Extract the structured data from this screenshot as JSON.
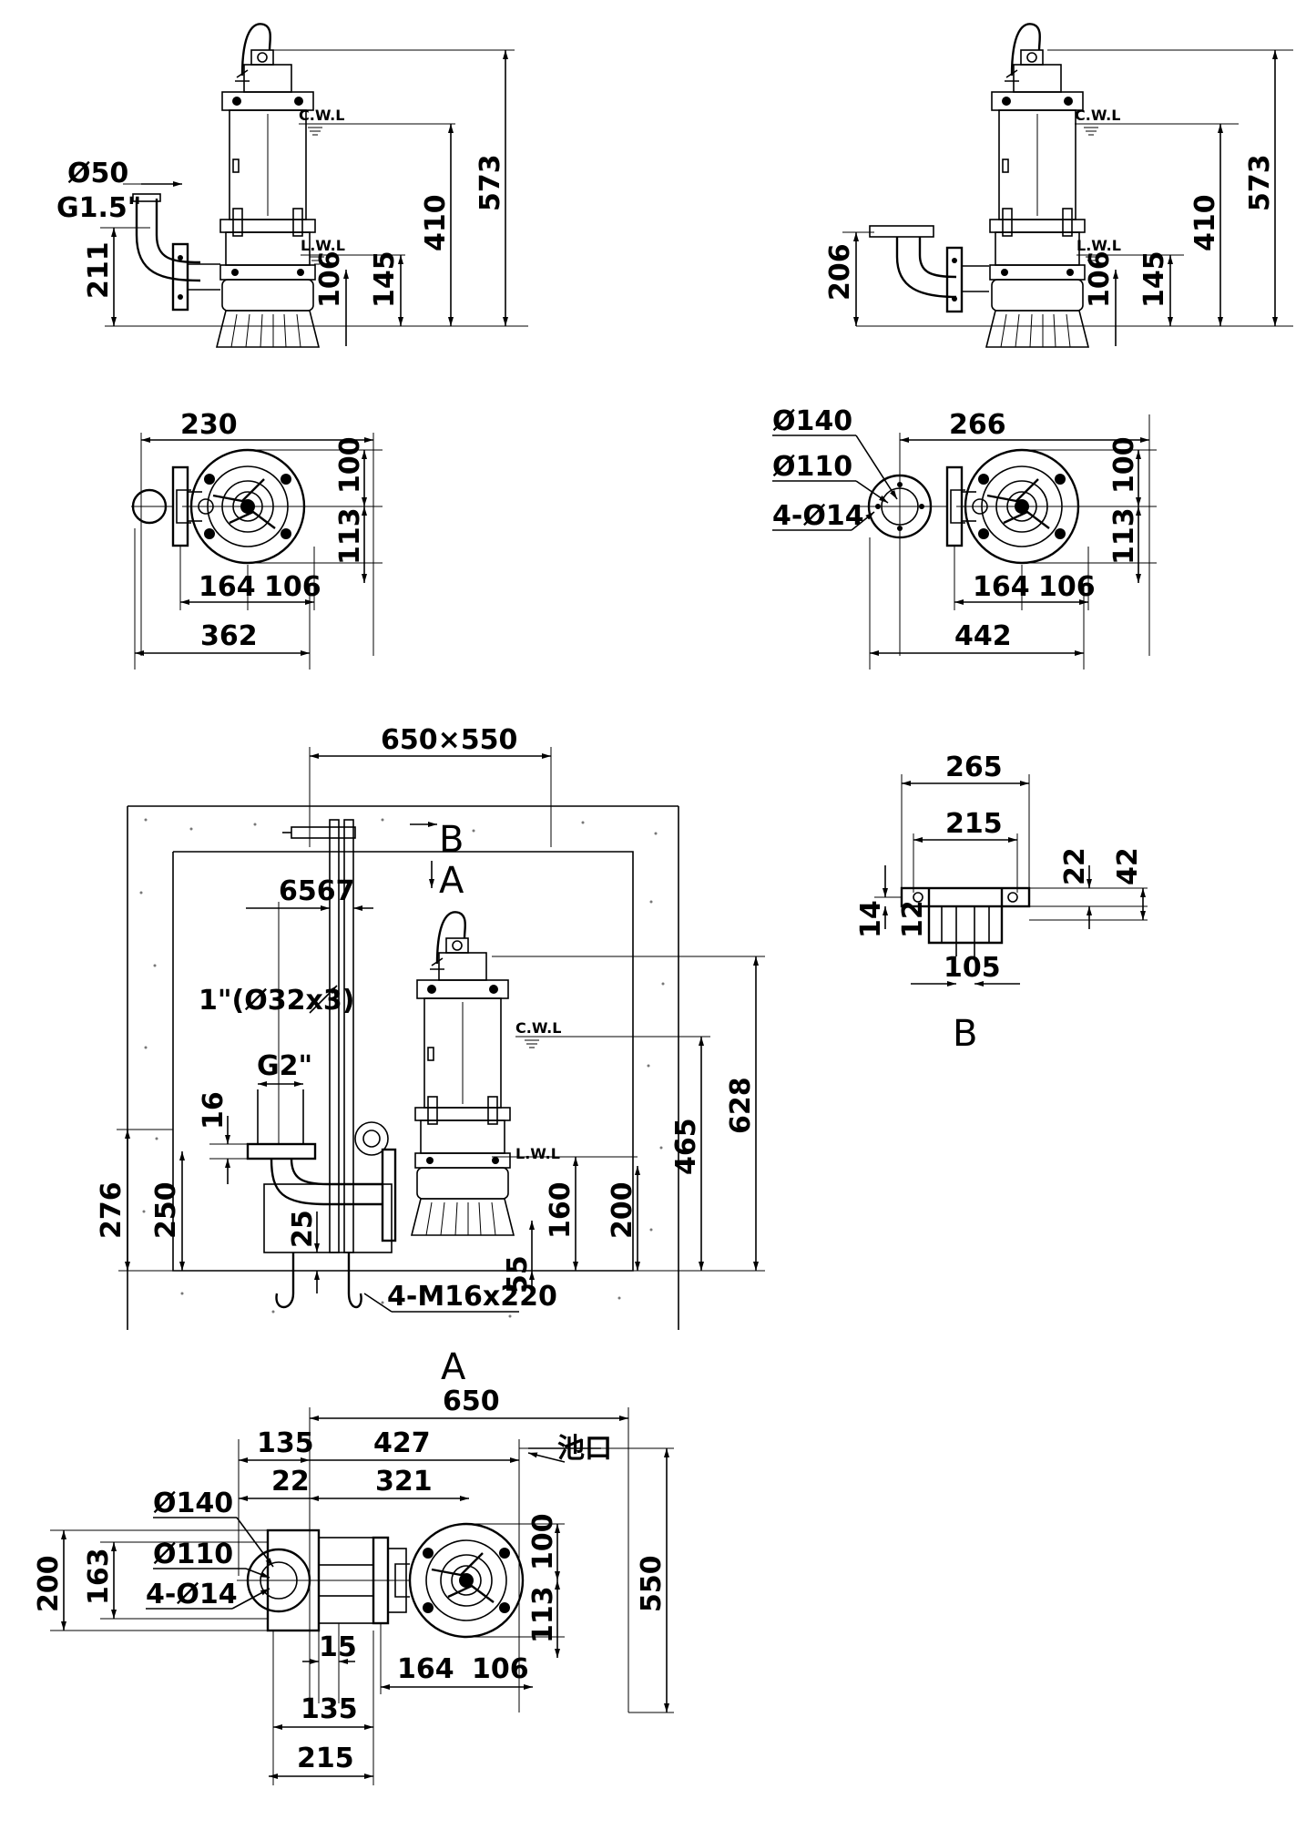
{
  "view1": {
    "pipe_dia": "Ø50",
    "pipe_thread": "G1.5\"",
    "cwl": "C.W.L",
    "lwl": "L.W.L",
    "h_outlet": "211",
    "h_base": "106",
    "h_lwl": "145",
    "h_cwl": "410",
    "h_total": "573"
  },
  "view2": {
    "cwl": "C.W.L",
    "lwl": "L.W.L",
    "h_outlet": "206",
    "h_base": "106",
    "h_lwl": "145",
    "h_cwl": "410",
    "h_total": "573"
  },
  "plan1": {
    "w_top": "230",
    "h_upper": "100",
    "h_lower": "113",
    "w_left": "164",
    "w_right": "106",
    "w_total": "362"
  },
  "plan2": {
    "flange_od": "Ø140",
    "flange_pcd": "Ø110",
    "bolt_holes": "4-Ø14",
    "w_top": "266",
    "h_upper": "100",
    "h_lower": "113",
    "w_left": "164",
    "w_right": "106",
    "w_total": "442"
  },
  "install": {
    "pit_size": "650×550",
    "mark_b": "B",
    "mark_a": "A",
    "rail_dims": "6567",
    "rail_pipe": "1\"(Ø32x3)",
    "outlet_thread": "G2\"",
    "flange_thk": "16",
    "h_outlet_top": "276",
    "h_outlet": "250",
    "h_base_plate": "25",
    "anchor_bolts": "4-M16x220",
    "h_bottom": "55",
    "h_lwl": "160",
    "h_pump": "200",
    "h_cwl": "465",
    "h_total": "628",
    "cwl": "C.W.L",
    "lwl": "L.W.L"
  },
  "detail_b": {
    "w_outer": "265",
    "w_inner": "215",
    "h_small": "22",
    "h_large": "42",
    "t_left": "14",
    "t_left2": "12",
    "w_slot": "105",
    "label": "B"
  },
  "plan_a": {
    "label": "A",
    "w_pit": "650",
    "w_135": "135",
    "w_427": "427",
    "pit_mouth": "池口",
    "w_22": "22",
    "w_321": "321",
    "flange_od": "Ø140",
    "flange_pcd": "Ø110",
    "bolt_holes": "4-Ø14",
    "h_200": "200",
    "h_163": "163",
    "h_upper": "100",
    "h_lower": "113",
    "h_pit": "550",
    "w_15": "15",
    "w_164": "164",
    "w_106": "106",
    "w_135b": "135",
    "w_215": "215"
  }
}
